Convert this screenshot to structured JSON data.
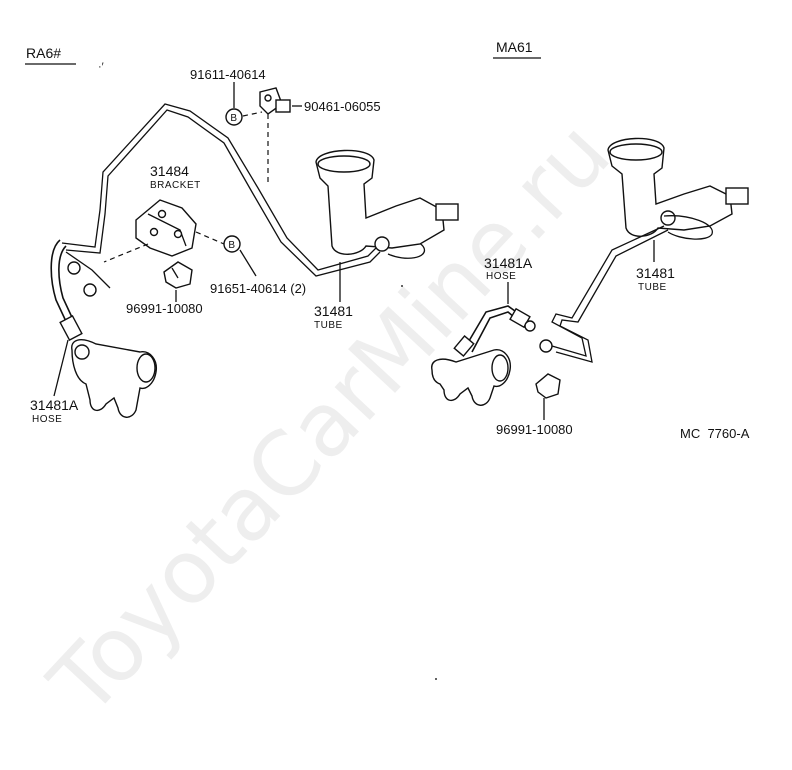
{
  "watermark": "ToyotaCarMine.ru",
  "figure_id": "MC  7760-A",
  "variants": {
    "left": "RA6#",
    "right": "MA61"
  },
  "left_labels": {
    "p91611": "91611-40614",
    "p90461": "90461-06055",
    "bracket_num": "31484",
    "bracket_name": "BRACKET",
    "p91651": "91651-40614 (2)",
    "clip": "96991-10080",
    "tube_num": "31481",
    "tube_name": "TUBE",
    "hose_num": "31481A",
    "hose_name": "HOSE",
    "callout_b1": "B",
    "callout_b2": "B"
  },
  "right_labels": {
    "hose_num": "31481A",
    "hose_name": "HOSE",
    "tube_num": "31481",
    "tube_name": "TUBE",
    "clip": "96991-10080"
  }
}
